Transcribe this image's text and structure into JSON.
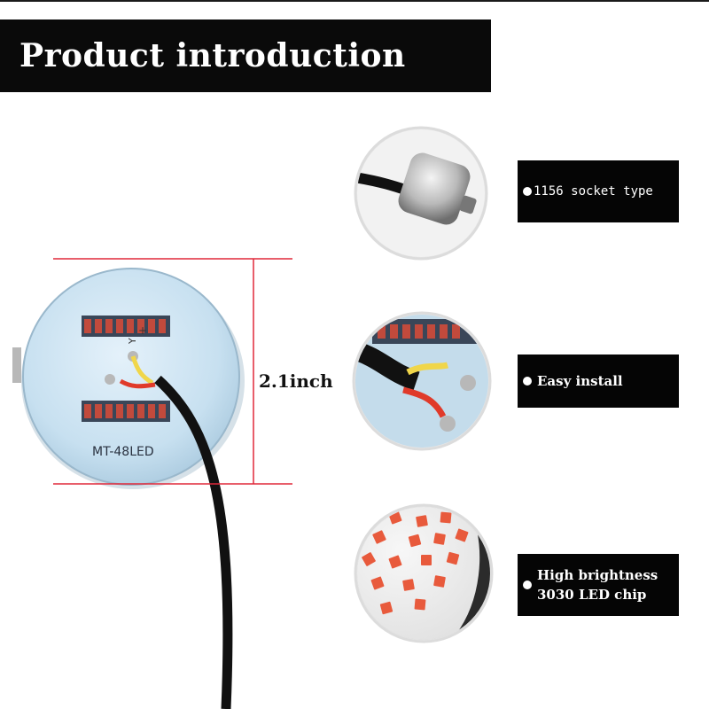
{
  "header": {
    "title": "Product introduction"
  },
  "product": {
    "board_label": "MT-48LED",
    "pad_y_label": "Y",
    "pad_plus_label": "+",
    "dimension": "2.1inch"
  },
  "features": [
    {
      "lines": [
        "1156 socket type"
      ]
    },
    {
      "lines": [
        "Easy install"
      ]
    },
    {
      "lines": [
        "High brightness",
        "3030 LED chip"
      ]
    }
  ],
  "colors": {
    "banner": "#0a0a0a",
    "board": "#c9e2f1",
    "dimension_line": "#e0283a",
    "led_chip": "#e85a3c",
    "cable": "#101010"
  }
}
